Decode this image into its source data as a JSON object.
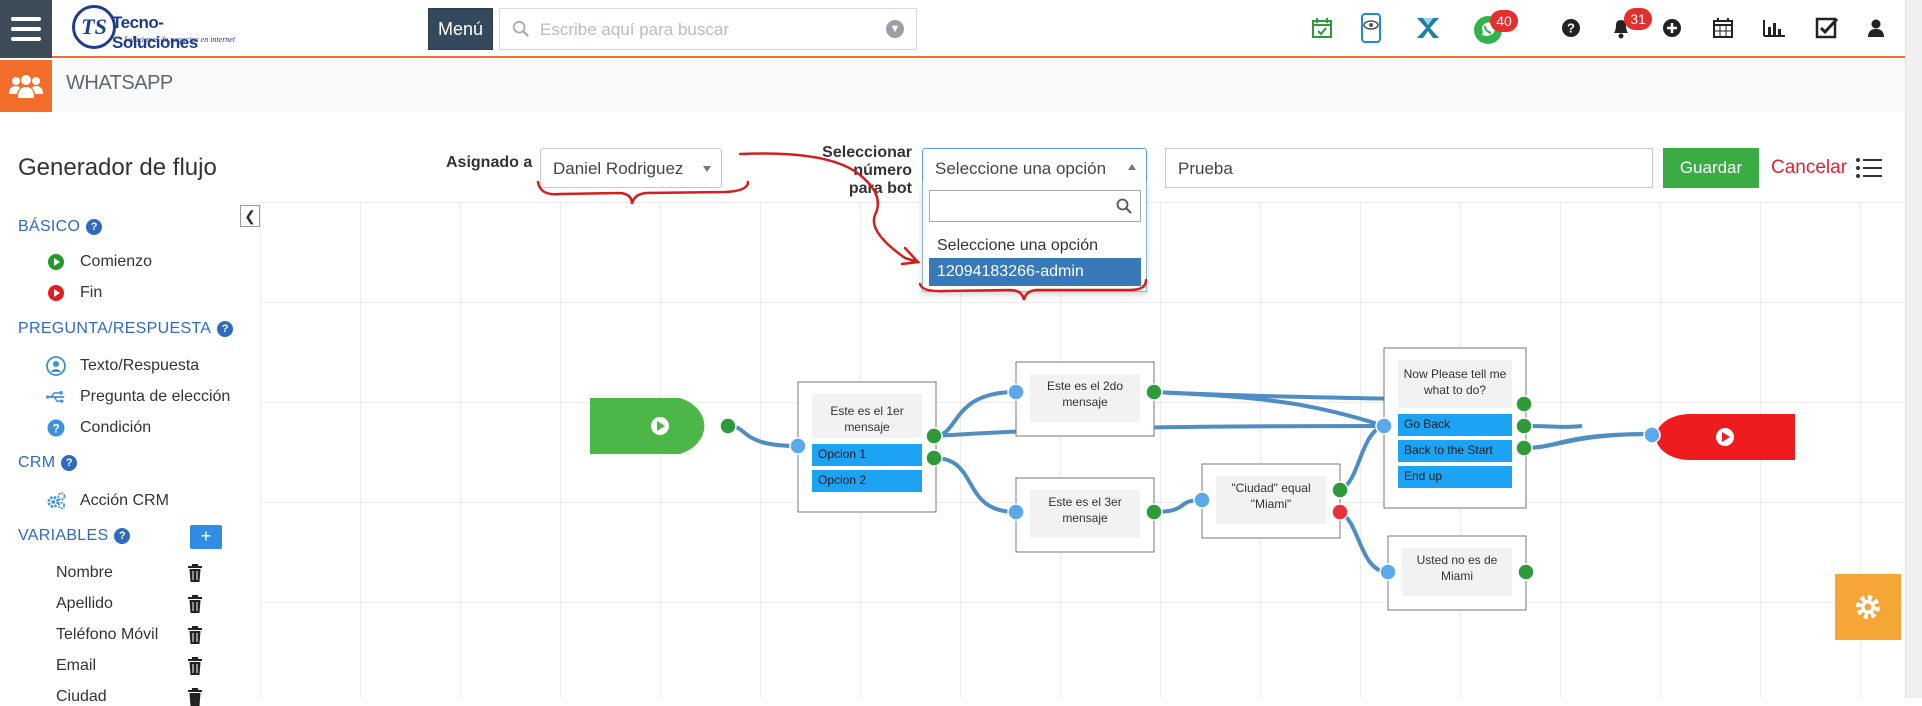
{
  "header": {
    "logo_initials": "TS",
    "logo_name": "Tecno-Soluciones",
    "logo_tagline": "Soluciones de negocios en internet",
    "menu_label": "Menú",
    "search_placeholder": "Escribe aquí para buscar",
    "whatsapp_badge": "40",
    "notifications_badge": "31"
  },
  "subheader": {
    "title": "WHATSAPP"
  },
  "flowbar": {
    "title": "Generador de flujo",
    "assigned_label": "Asignado a",
    "assigned_value": "Daniel Rodriguez",
    "bot_number_label_line1": "Seleccionar número",
    "bot_number_label_line2": "para bot",
    "bot_number_value": "Seleccione una opción",
    "name_value": "Prueba",
    "save_label": "Guardar",
    "cancel_label": "Cancelar"
  },
  "dropdown": {
    "options": [
      "Seleccione una opción",
      "12094183266-admin"
    ],
    "highlighted_index": 1
  },
  "sidebar": {
    "sections": [
      {
        "title": "BÁSICO",
        "items": [
          "Comienzo",
          "Fin"
        ]
      },
      {
        "title": "PREGUNTA/RESPUESTA",
        "items": [
          "Texto/Respuesta",
          "Pregunta de elección",
          "Condición"
        ]
      },
      {
        "title": "CRM",
        "items": [
          "Acción CRM"
        ]
      },
      {
        "title": "VARIABLES",
        "items": []
      }
    ],
    "add_variable_label": "+",
    "variables": [
      "Nombre",
      "Apellido",
      "Teléfono Móvil",
      "Email",
      "Ciudad"
    ]
  },
  "flow": {
    "node1_text": "Este es el 1er mensaje",
    "node1_options": [
      "Opcion 1",
      "Opcion 2"
    ],
    "node2_text": "Este es el 2do mensaje",
    "node3_text": "Este es el 3er mensaje",
    "condition_text": "\"Ciudad\" equal \"Miami\"",
    "node_not_miami": "Usted no es de Miami",
    "question_text": "Now Please tell me what to do?",
    "question_options": [
      "Go Back",
      "Back to the Start",
      "End up"
    ]
  },
  "colors": {
    "accent_orange": "#f36e2a",
    "start_green": "#4cb748",
    "end_red": "#ee1c1c",
    "option_blue": "#1ca3f3",
    "connector_blue": "#4f8ec3"
  }
}
